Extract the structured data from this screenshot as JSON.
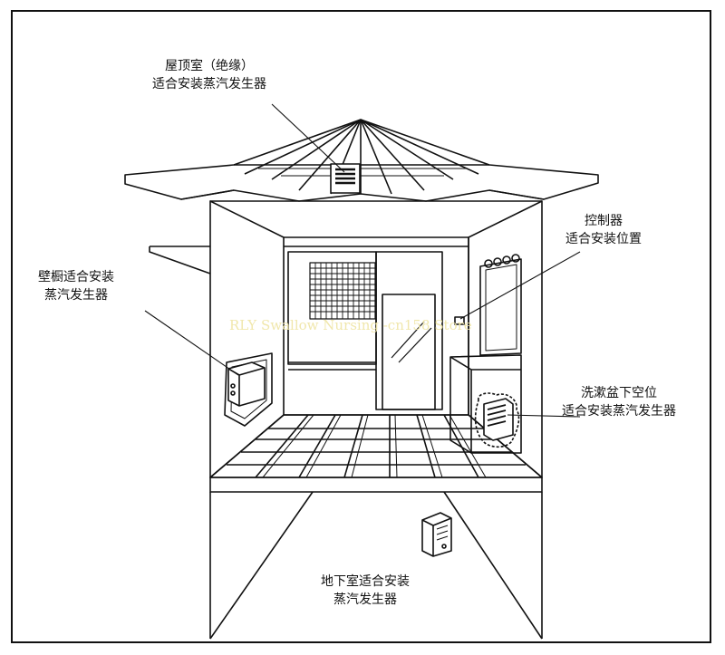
{
  "labels": {
    "attic_line1": "屋顶室（绝缘）",
    "attic_line2": "适合安装蒸汽发生器",
    "control_line1": "控制器",
    "control_line2": "适合安装位置",
    "closet_line1": "壁橱适合安装",
    "closet_line2": "蒸汽发生器",
    "sink_line1": "洗漱盆下空位",
    "sink_line2": "适合安装蒸汽发生器",
    "basement_line1": "地下室适合安装",
    "basement_line2": "蒸汽发生器"
  },
  "watermark": "RLY Swallow Nursing -cn158 Store",
  "colors": {
    "line": "#111111",
    "watermark": "#f0e6a8"
  }
}
